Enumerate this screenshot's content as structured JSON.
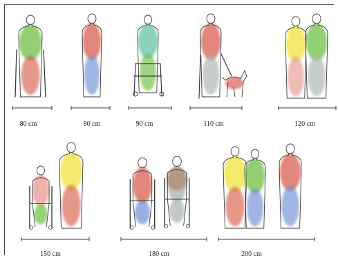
{
  "colors": {
    "outline": "#3a3a3a",
    "red": "#d9614f",
    "green": "#6fbf44",
    "yellow": "#efe23a",
    "teal": "#63c3a2",
    "blue": "#6f8fd6",
    "pink": "#e89a94",
    "gray": "#a9b3b0",
    "brown": "#a8745a",
    "dog": "#e07070"
  },
  "widths": [
    {
      "id": "w1",
      "label": "80 cm",
      "scenario": "person-with-crutches"
    },
    {
      "id": "w2",
      "label": "80 cm",
      "scenario": "person-standing"
    },
    {
      "id": "w3",
      "label": "90 cm",
      "scenario": "person-with-walker"
    },
    {
      "id": "w4",
      "label": "110 cm",
      "scenario": "person-with-cane-and-guide-dog"
    },
    {
      "id": "w5",
      "label": "120 cm",
      "scenario": "two-people-standing"
    },
    {
      "id": "w6",
      "label": "150 cm",
      "scenario": "wheelchair-user-and-person"
    },
    {
      "id": "w7",
      "label": "180 cm",
      "scenario": "two-wheelchair-users"
    },
    {
      "id": "w8",
      "label": "200 cm",
      "scenario": "three-people-standing"
    }
  ]
}
